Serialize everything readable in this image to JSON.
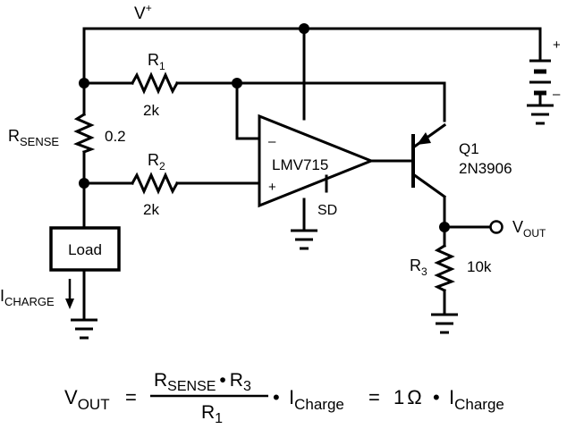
{
  "supply": {
    "label": "V",
    "superscript": "+"
  },
  "r1": {
    "name": "R",
    "sub": "1",
    "value": "2k"
  },
  "r2": {
    "name": "R",
    "sub": "2",
    "value": "2k"
  },
  "r3": {
    "name": "R",
    "sub": "3",
    "value": "10k"
  },
  "rsense": {
    "name": "R",
    "sub": "SENSE",
    "value": "0.2"
  },
  "opamp": {
    "label": "LMV715",
    "minus": "–",
    "plus": "+",
    "shutdown": "SD"
  },
  "transistor": {
    "ref": "Q1",
    "part": "2N3906"
  },
  "output": {
    "name": "V",
    "sub": "OUT"
  },
  "load": {
    "label": "Load"
  },
  "charge_current": {
    "name": "I",
    "sub": "CHARGE"
  },
  "battery": {
    "plus": "+",
    "minus": "–"
  },
  "equation": {
    "lhs_name": "V",
    "lhs_sub": "OUT",
    "eq1": "=",
    "num_a_name": "R",
    "num_a_sub": "SENSE",
    "num_dot": "•",
    "num_b_name": "R",
    "num_b_sub": "3",
    "den_name": "R",
    "den_sub": "1",
    "mul_dot": "•",
    "i_name": "I",
    "i_sub": "Charge",
    "eq2": "=",
    "coef": "1",
    "ohm": "Ω",
    "mul_dot2": "•",
    "i2_name": "I",
    "i2_sub": "Charge"
  }
}
